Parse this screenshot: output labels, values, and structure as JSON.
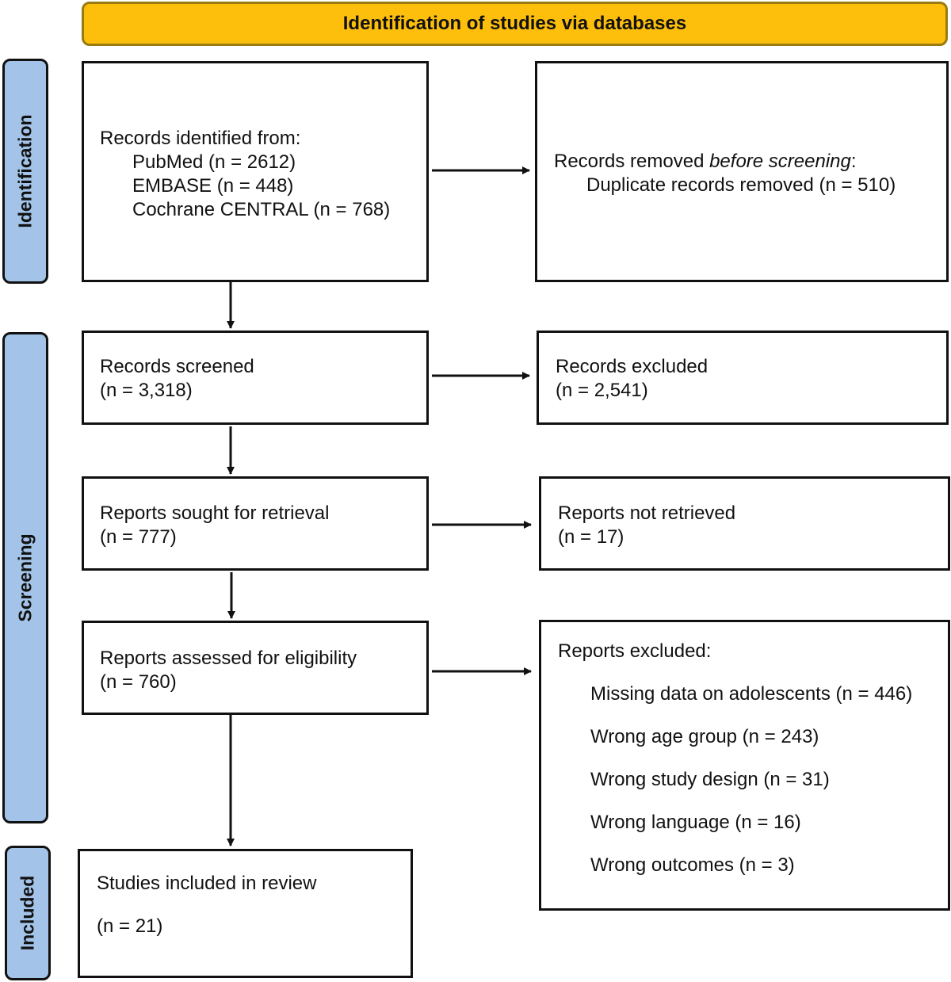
{
  "colors": {
    "banner_fill": "#FDBF0C",
    "phase_fill": "#A3C4E8",
    "border": "#111111"
  },
  "header": "Identification of studies via databases",
  "phases": {
    "identification": "Identification",
    "screening": "Screening",
    "included": "Included"
  },
  "records_identified": {
    "title": "Records identified from:",
    "sources": [
      "PubMed (n = 2612)",
      "EMBASE (n = 448)",
      "Cochrane CENTRAL (n = 768)"
    ]
  },
  "records_removed": {
    "prefix": "Records removed ",
    "emphasis": "before screening",
    "suffix": ":",
    "item": "Duplicate records removed (n = 510)"
  },
  "records_screened": {
    "label": "Records screened",
    "count": "(n = 3,318)"
  },
  "records_excluded": {
    "label": "Records excluded",
    "count": "(n = 2,541)"
  },
  "reports_sought": {
    "label": "Reports sought for retrieval",
    "count": "(n = 777)"
  },
  "reports_not_retrieved": {
    "label": "Reports not retrieved",
    "count": "(n = 17)"
  },
  "reports_assessed": {
    "label": "Reports assessed for eligibility",
    "count": "(n = 760)"
  },
  "reports_excluded": {
    "title": "Reports excluded:",
    "reasons": [
      "Missing data on adolescents (n = 446)",
      "Wrong age group (n = 243)",
      "Wrong study design (n = 31)",
      "Wrong language (n = 16)",
      "Wrong outcomes (n = 3)"
    ]
  },
  "studies_included": {
    "label": "Studies included in review",
    "count": "(n = 21)"
  }
}
